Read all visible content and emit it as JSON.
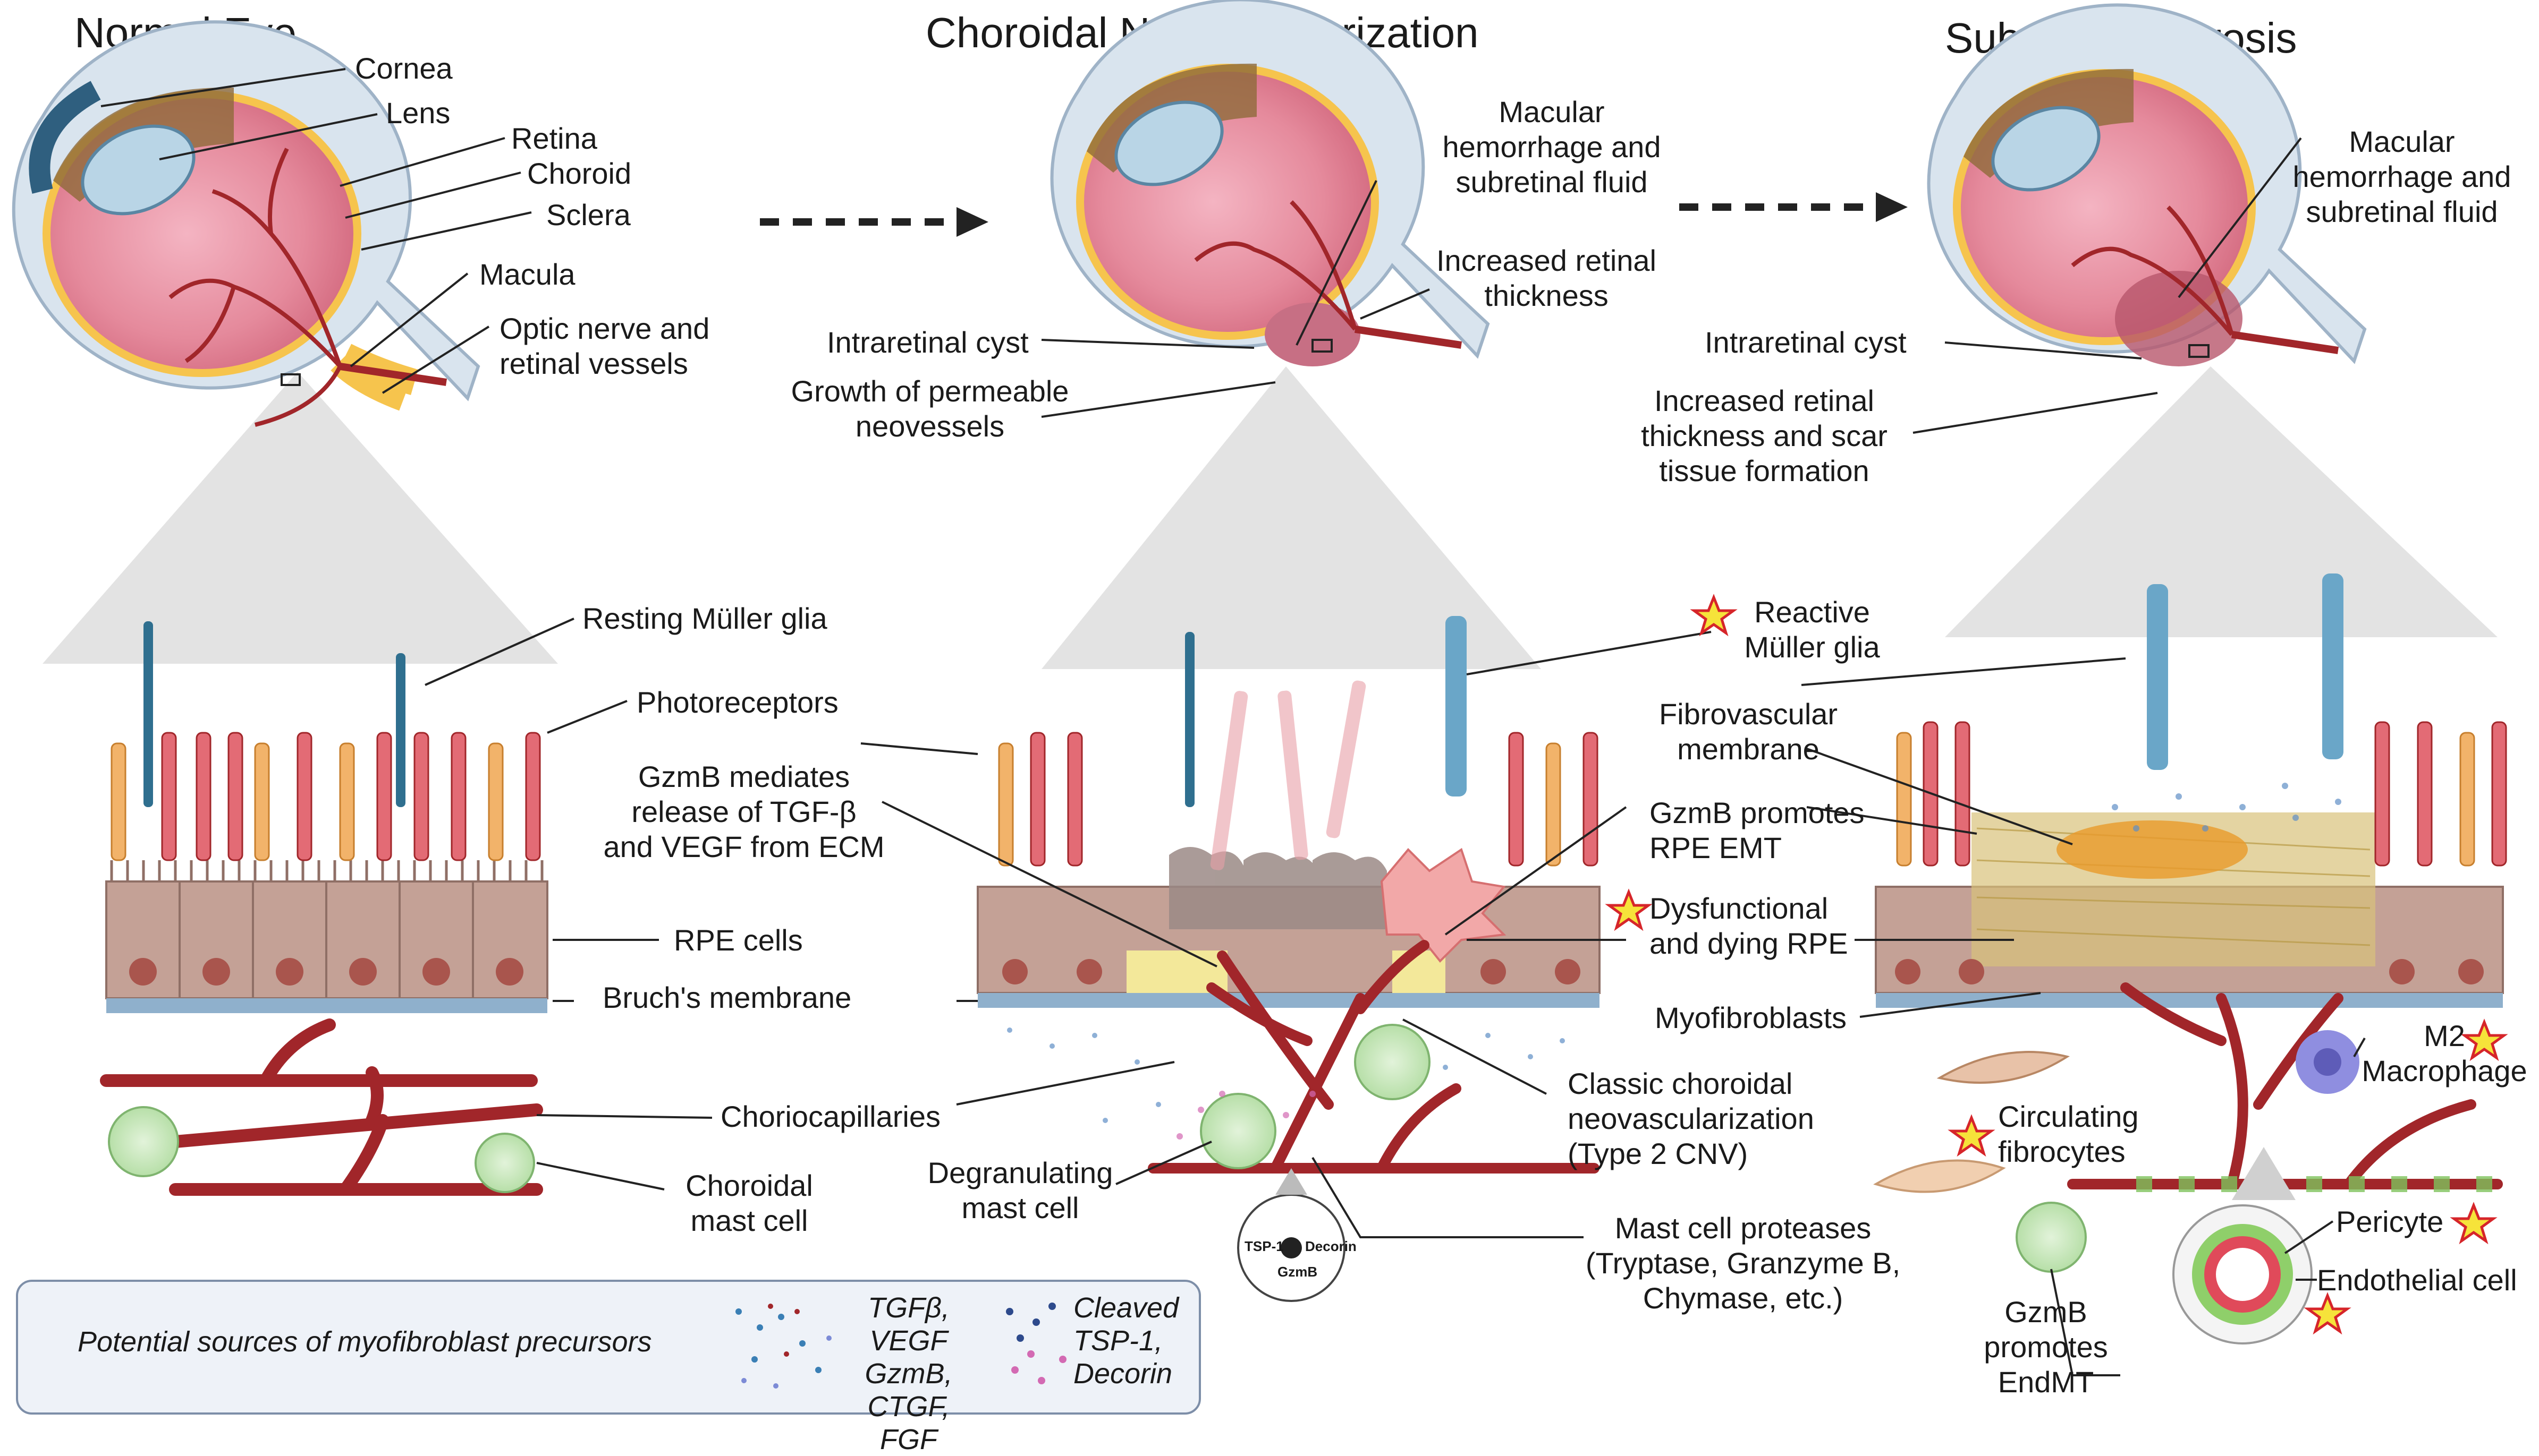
{
  "panels": {
    "normal": {
      "title": "Normal Eye",
      "eye_labels": {
        "cornea": "Cornea",
        "lens": "Lens",
        "retina": "Retina",
        "choroid": "Choroid",
        "sclera": "Sclera",
        "macula": "Macula",
        "optic": [
          "Optic nerve and",
          "retinal vessels"
        ]
      },
      "tissue_labels": {
        "muller": "Resting Müller glia",
        "photoreceptors": "Photoreceptors",
        "gzmb_release": [
          "GzmB mediates",
          "release of TGF-β",
          "and VEGF from ECM"
        ],
        "rpe": "RPE cells",
        "bruch": "Bruch's membrane",
        "choriocapillaries": "Choriocapillaries",
        "mast": [
          "Choroidal",
          "mast cell"
        ]
      }
    },
    "cnv": {
      "title": "Choroidal Neovascularization",
      "eye_labels": {
        "macular": [
          "Macular",
          "hemorrhage and",
          "subretinal fluid"
        ],
        "thickness": [
          "Increased retinal",
          "thickness"
        ],
        "cyst": "Intraretinal cyst",
        "growth": [
          "Growth of permeable",
          "neovessels"
        ]
      },
      "tissue_labels": {
        "reactive": [
          "Reactive",
          "Müller glia"
        ],
        "gzmb_emt": [
          "GzmB promotes",
          "RPE EMT"
        ],
        "dysfunctional": [
          "Dysfunctional",
          "and dying RPE"
        ],
        "classic": [
          "Classic choroidal",
          "neovascularization",
          "(Type 2 CNV)"
        ],
        "degranulating": [
          "Degranulating",
          "mast cell"
        ],
        "proteases": [
          "Mast cell proteases",
          "(Tryptase, Granzyme B,",
          "Chymase, etc.)"
        ],
        "inset_tsp": "TSP-1",
        "inset_decorin": "Decorin",
        "inset_gzmb": "GzmB"
      }
    },
    "fibrosis": {
      "title": "Subretinal Fibrosis",
      "eye_labels": {
        "macular": [
          "Macular",
          "hemorrhage and",
          "subretinal fluid"
        ],
        "cyst": "Intraretinal cyst",
        "thickness": [
          "Increased retinal",
          "thickness and scar",
          "tissue formation"
        ]
      },
      "tissue_labels": {
        "fibrovascular": [
          "Fibrovascular",
          "membrane"
        ],
        "myofibroblasts": "Myofibroblasts",
        "m2": [
          "M2",
          "Macrophage"
        ],
        "circulating": [
          "Circulating",
          "fibrocytes"
        ],
        "pericyte": "Pericyte",
        "endothelial": "Endothelial cell",
        "endmt": [
          "GzmB",
          "promotes",
          "EndMT"
        ]
      }
    }
  },
  "legend": {
    "sources": "Potential sources of myofibroblast precursors",
    "factors": [
      "TGFβ, VEGF",
      "GzmB, CTGF,",
      "FGF"
    ],
    "cleaved": [
      "Cleaved",
      "TSP-1,",
      "Decorin"
    ]
  },
  "colors": {
    "eye_pink": "#e58a9c",
    "vessel": "#a1262a",
    "rpe": "#c4a196",
    "bruch": "#8fb0cc",
    "muller_blue": "#2f6f8f",
    "cone": "#f2b36a",
    "rod": "#e36b75",
    "mast_green": "#c8e8bd",
    "star_yellow": "#f6e33a",
    "star_red": "#d6252a"
  }
}
